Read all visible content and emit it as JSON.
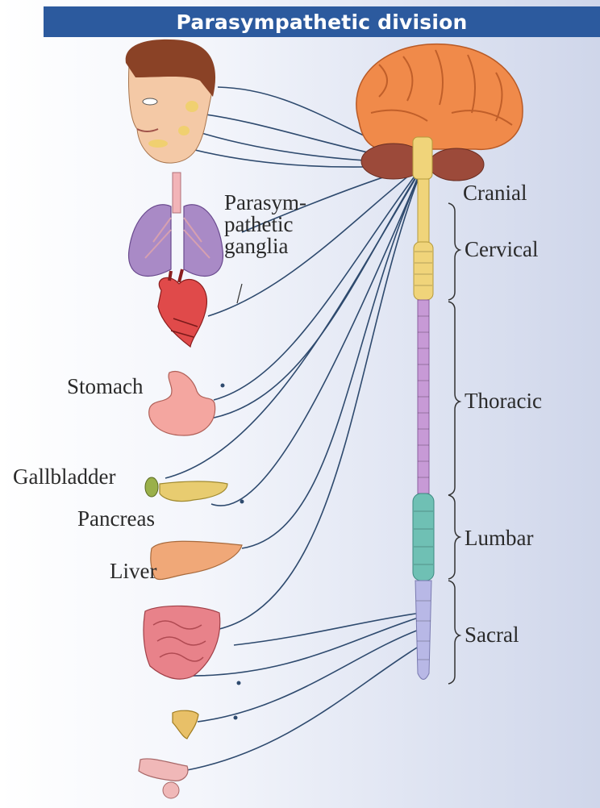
{
  "title": "Parasympathetic division",
  "ganglia_label": [
    "Parasym-",
    "pathetic",
    "ganglia"
  ],
  "organ_labels": {
    "stomach": "Stomach",
    "gallbladder": "Gallbladder",
    "pancreas": "Pancreas",
    "liver": "Liver"
  },
  "spinal_regions": {
    "cranial": "Cranial",
    "cervical": "Cervical",
    "thoracic": "Thoracic",
    "lumbar": "Lumbar",
    "sacral": "Sacral"
  },
  "colors": {
    "title_bar": "#2c5a9e",
    "nerve": "#2e4a6e",
    "brain": "#f08a4a",
    "cerebellum": "#9c4a3a",
    "cervical": "#f0d47a",
    "thoracic": "#c79ad6",
    "lumbar": "#6fc0b4",
    "sacral": "#b8b8e6",
    "lungs": "#a98ac6",
    "heart": "#e04a4a",
    "stomach": "#f4a6a0",
    "liver": "#f0a878",
    "pancreas": "#e8cc70",
    "intestine": "#e8828a"
  },
  "icons": [
    "face-illustration",
    "brain-illustration",
    "lungs-illustration",
    "heart-illustration",
    "stomach-illustration",
    "gallbladder-illustration",
    "pancreas-illustration",
    "liver-illustration",
    "intestine-illustration",
    "bladder-illustration",
    "genitals-illustration",
    "spinal-cord-illustration"
  ]
}
